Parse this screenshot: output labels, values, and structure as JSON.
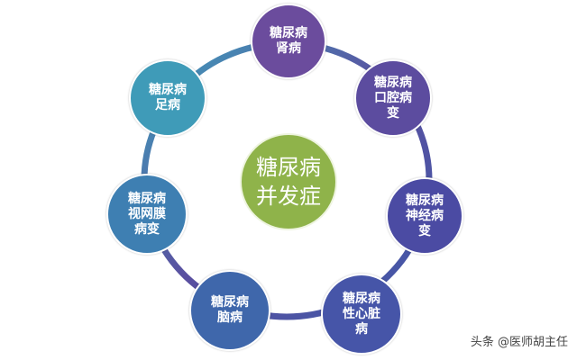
{
  "center": {
    "lines": [
      "糖尿病",
      "并发症"
    ],
    "color": "#8fb34a"
  },
  "nodes": [
    {
      "id": "kidney",
      "lines": [
        "糖尿病",
        "肾病"
      ],
      "color": "#6b4c9d"
    },
    {
      "id": "oral",
      "lines": [
        "糖尿病",
        "口腔病",
        "变"
      ],
      "color": "#5c4c9f"
    },
    {
      "id": "neuro",
      "lines": [
        "糖尿病",
        "神经病",
        "变"
      ],
      "color": "#4b4ba3"
    },
    {
      "id": "heart",
      "lines": [
        "糖尿病",
        "性心脏",
        "病"
      ],
      "color": "#4655a8"
    },
    {
      "id": "brain",
      "lines": [
        "糖尿病",
        "脑病"
      ],
      "color": "#3f67ab"
    },
    {
      "id": "retina",
      "lines": [
        "糖尿病",
        "视网膜",
        "病变"
      ],
      "color": "#3e7fb2"
    },
    {
      "id": "foot",
      "lines": [
        "糖尿病",
        "足病"
      ],
      "color": "#3f9bb8"
    }
  ],
  "watermark": "头条 @医师胡主任"
}
